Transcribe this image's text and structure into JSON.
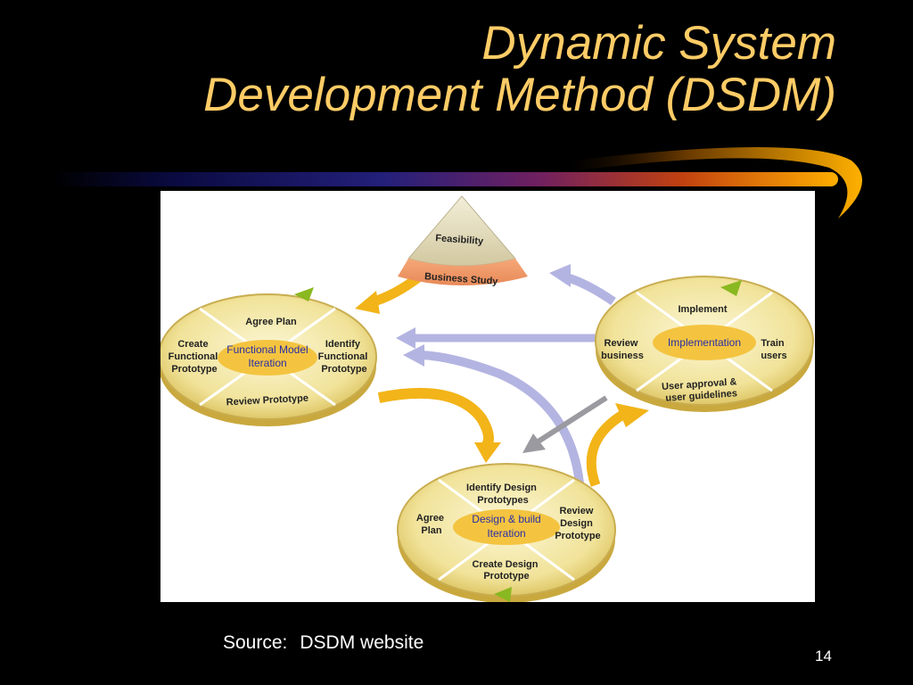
{
  "slide": {
    "title_line1": "Dynamic System",
    "title_line2": "Development Method (DSDM)",
    "source_label": "Source:",
    "source_value": "DSDM website",
    "page_number": "14"
  },
  "colors": {
    "title": "#ffcc66",
    "arrow_gold": "#f2b418",
    "arrow_lavender": "#b4b4e2",
    "arrow_grey": "#9a9aa0",
    "wheel_face": "#f2e7a4",
    "wheel_rim": "#d8c060",
    "cone_band": "#f0a070"
  },
  "diagram": {
    "feasibility": {
      "top": "Feasibility",
      "band": "Business Study"
    },
    "functional": {
      "center_line1": "Functional Model",
      "center_line2": "Iteration",
      "top": "Agree Plan",
      "left": [
        "Create",
        "Functional",
        "Prototype"
      ],
      "right": [
        "Identify",
        "Functional",
        "Prototype"
      ],
      "bottom": "Review Prototype"
    },
    "implementation": {
      "center": "Implementation",
      "top": "Implement",
      "left": [
        "Review",
        "business"
      ],
      "right": [
        "Train",
        "users"
      ],
      "bottom": [
        "User approval &",
        "user guidelines"
      ]
    },
    "design": {
      "center_line1": "Design & build",
      "center_line2": "Iteration",
      "top": [
        "Identify Design",
        "Prototypes"
      ],
      "left": [
        "Agree",
        "Plan"
      ],
      "right": [
        "Review",
        "Design",
        "Prototype"
      ],
      "bottom": [
        "Create Design",
        "Prototype"
      ]
    }
  }
}
